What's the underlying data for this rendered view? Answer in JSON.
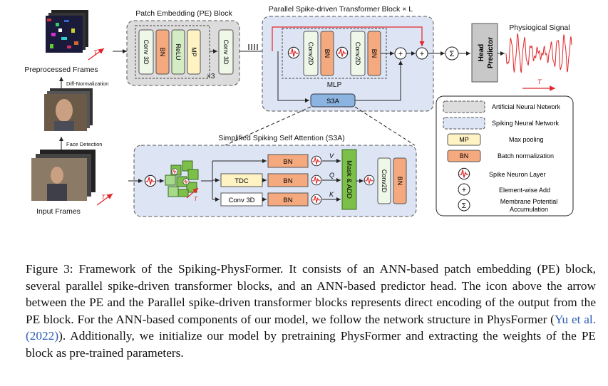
{
  "figure": {
    "left_labels": {
      "preprocessed": "Preprocessed Frames",
      "diff_norm": "Diff-Normalization",
      "face_detection": "Face Detection",
      "input": "Input Frames",
      "t_symbol": "T"
    },
    "pe_block": {
      "title": "Patch Embedding (PE) Block",
      "layers": [
        "Conv 3D",
        "BN",
        "ReLU",
        "MP"
      ],
      "repeat": "×3",
      "tail": "Conv 3D"
    },
    "parallel_block": {
      "title": "Parallel Spike-driven Transformer Block × L",
      "mlp_layers": [
        "Conv2D",
        "BN",
        "Conv2D",
        "BN"
      ],
      "mlp_label": "MLP",
      "s3a_label": "S3A",
      "plus": "+",
      "sigma": "Σ"
    },
    "head": {
      "label_line1": "Head",
      "label_line2": "Predictor"
    },
    "signal": {
      "title": "Physiogical Signal",
      "t_symbol": "T"
    },
    "s3a_detail": {
      "title": "Simplified Spiking Self Attention (S3A)",
      "rows": [
        {
          "op": "",
          "bn": "BN",
          "tag": "V"
        },
        {
          "op": "TDC",
          "bn": "BN",
          "tag": "Q"
        },
        {
          "op": "Conv 3D",
          "bn": "BN",
          "tag": "K"
        }
      ],
      "mask": "Mask & ADD",
      "conv": "Conv2D",
      "bn": "BN",
      "t_symbol": "T"
    },
    "legend": [
      {
        "key": "ann",
        "label": "Artificial Neural Network"
      },
      {
        "key": "snn",
        "label": "Spiking Neural Network"
      },
      {
        "key": "mp",
        "symbol": "MP",
        "label": "Max pooling"
      },
      {
        "key": "bn",
        "symbol": "BN",
        "label": "Batch normalization"
      },
      {
        "key": "spike",
        "label": "Spike Neuron Layer"
      },
      {
        "key": "add",
        "symbol": "+",
        "label": "Element-wise Add"
      },
      {
        "key": "mem",
        "symbol": "Σ",
        "label_line1": "Membrane Potential",
        "label_line2": "Accumulation"
      }
    ],
    "colors": {
      "ann_fill": "#dcdcdc",
      "snn_fill": "#dde5f5",
      "mp_fill": "#fff3c4",
      "bn_fill": "#f5a97f",
      "relu_fill": "#d4ecc4",
      "conv_fill": "#eef7e8",
      "red": "#e0262a"
    }
  },
  "caption": {
    "p1": "Figure 3: Framework of the Spiking-PhysFormer. It consists of an ANN-based patch embedding (PE) block, several parallel spike-driven transformer blocks, and an ANN-based predictor head. The icon above the arrow between the PE and the Parallel spike-driven transformer blocks represents direct encoding of the output from the PE block. For the ANN-based components of our model, we follow the network structure in PhysFormer (",
    "cite": "Yu et al. (2022)",
    "p2": "). Additionally, we initialize our model by pretraining PhysFormer and extracting the weights of the PE block as pre-trained parameters."
  }
}
